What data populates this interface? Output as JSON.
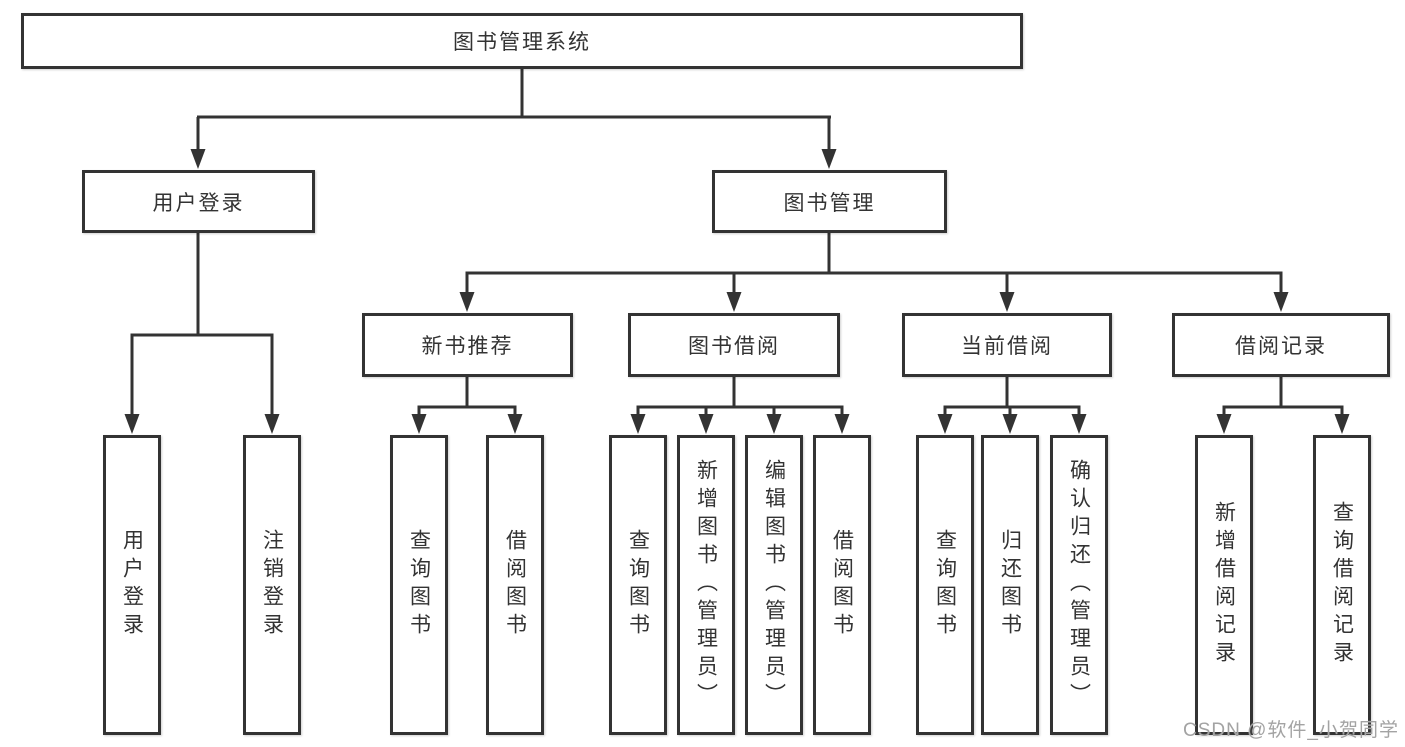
{
  "diagram": {
    "root": {
      "label": "图书管理系统",
      "children": [
        {
          "label": "用户登录",
          "children": [
            {
              "label": "用户登录"
            },
            {
              "label": "注销登录"
            }
          ]
        },
        {
          "label": "图书管理",
          "children": [
            {
              "label": "新书推荐",
              "children": [
                {
                  "label": "查询图书"
                },
                {
                  "label": "借阅图书"
                }
              ]
            },
            {
              "label": "图书借阅",
              "children": [
                {
                  "label": "查询图书"
                },
                {
                  "label": "新增图书（管理员）"
                },
                {
                  "label": "编辑图书（管理员）"
                },
                {
                  "label": "借阅图书"
                }
              ]
            },
            {
              "label": "当前借阅",
              "children": [
                {
                  "label": "查询图书"
                },
                {
                  "label": "归还图书"
                },
                {
                  "label": "确认归还（管理员）"
                }
              ]
            },
            {
              "label": "借阅记录",
              "children": [
                {
                  "label": "新增借阅记录"
                },
                {
                  "label": "查询借阅记录"
                }
              ]
            }
          ]
        }
      ]
    }
  },
  "colors": {
    "line": "#333333",
    "text": "#333333",
    "box_background": "#ffffff",
    "watermark": "#a3a3a3"
  },
  "watermark": {
    "text": "CSDN @软件_小贺同学"
  }
}
